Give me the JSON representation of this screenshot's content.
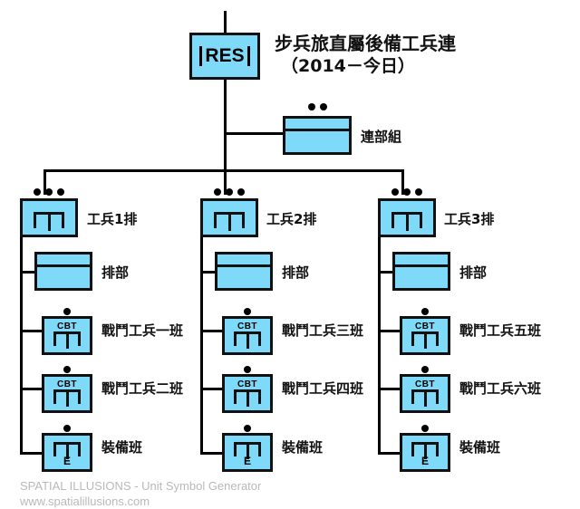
{
  "chart_data": {
    "type": "diagram",
    "title": "步兵旅直屬後備工兵連",
    "subtitle": "（2014－今日）",
    "notes": "Military organization chart (ORBAT) rendered with APP-6 / MIL-STD-2525 style unit symbols."
  },
  "root": {
    "symbol_text": "RES",
    "title": "步兵旅直屬後備工兵連",
    "subtitle": "（2014－今日）",
    "echelon_dots": 0
  },
  "company_hq": {
    "label": "連部組",
    "echelon_dots": 2,
    "symbol_type": "headquarters-bar"
  },
  "platoons": [
    {
      "label": "工兵1排",
      "echelon_dots": 3,
      "symbol_type": "engineer",
      "subunits": [
        {
          "label": "排部",
          "echelon_dots": 0,
          "symbol_type": "headquarters-bar",
          "glyph_top": "",
          "glyph_bottom": ""
        },
        {
          "label": "戰鬥工兵一班",
          "echelon_dots": 1,
          "symbol_type": "engineer",
          "glyph_top": "CBT",
          "glyph_bottom": ""
        },
        {
          "label": "戰鬥工兵二班",
          "echelon_dots": 1,
          "symbol_type": "engineer",
          "glyph_top": "CBT",
          "glyph_bottom": ""
        },
        {
          "label": "裝備班",
          "echelon_dots": 1,
          "symbol_type": "engineer",
          "glyph_top": "",
          "glyph_bottom": "E"
        }
      ]
    },
    {
      "label": "工兵2排",
      "echelon_dots": 3,
      "symbol_type": "engineer",
      "subunits": [
        {
          "label": "排部",
          "echelon_dots": 0,
          "symbol_type": "headquarters-bar",
          "glyph_top": "",
          "glyph_bottom": ""
        },
        {
          "label": "戰鬥工兵三班",
          "echelon_dots": 1,
          "symbol_type": "engineer",
          "glyph_top": "CBT",
          "glyph_bottom": ""
        },
        {
          "label": "戰鬥工兵四班",
          "echelon_dots": 1,
          "symbol_type": "engineer",
          "glyph_top": "CBT",
          "glyph_bottom": ""
        },
        {
          "label": "裝備班",
          "echelon_dots": 1,
          "symbol_type": "engineer",
          "glyph_top": "",
          "glyph_bottom": "E"
        }
      ]
    },
    {
      "label": "工兵3排",
      "echelon_dots": 3,
      "symbol_type": "engineer",
      "subunits": [
        {
          "label": "排部",
          "echelon_dots": 0,
          "symbol_type": "headquarters-bar",
          "glyph_top": "",
          "glyph_bottom": ""
        },
        {
          "label": "戰鬥工兵五班",
          "echelon_dots": 1,
          "symbol_type": "engineer",
          "glyph_top": "CBT",
          "glyph_bottom": ""
        },
        {
          "label": "戰鬥工兵六班",
          "echelon_dots": 1,
          "symbol_type": "engineer",
          "glyph_top": "CBT",
          "glyph_bottom": ""
        },
        {
          "label": "裝備班",
          "echelon_dots": 1,
          "symbol_type": "engineer",
          "glyph_top": "",
          "glyph_bottom": "E"
        }
      ]
    }
  ],
  "footer": {
    "line1": "SPATIAL ILLUSIONS - Unit Symbol Generator",
    "line2": "www.spatialillusions.com"
  },
  "colors": {
    "symbol_fill": "#7fd9f9",
    "symbol_stroke": "#111111",
    "line": "#000000",
    "text": "#111111",
    "footer_text": "#b9b9b9",
    "background": "#ffffff"
  }
}
